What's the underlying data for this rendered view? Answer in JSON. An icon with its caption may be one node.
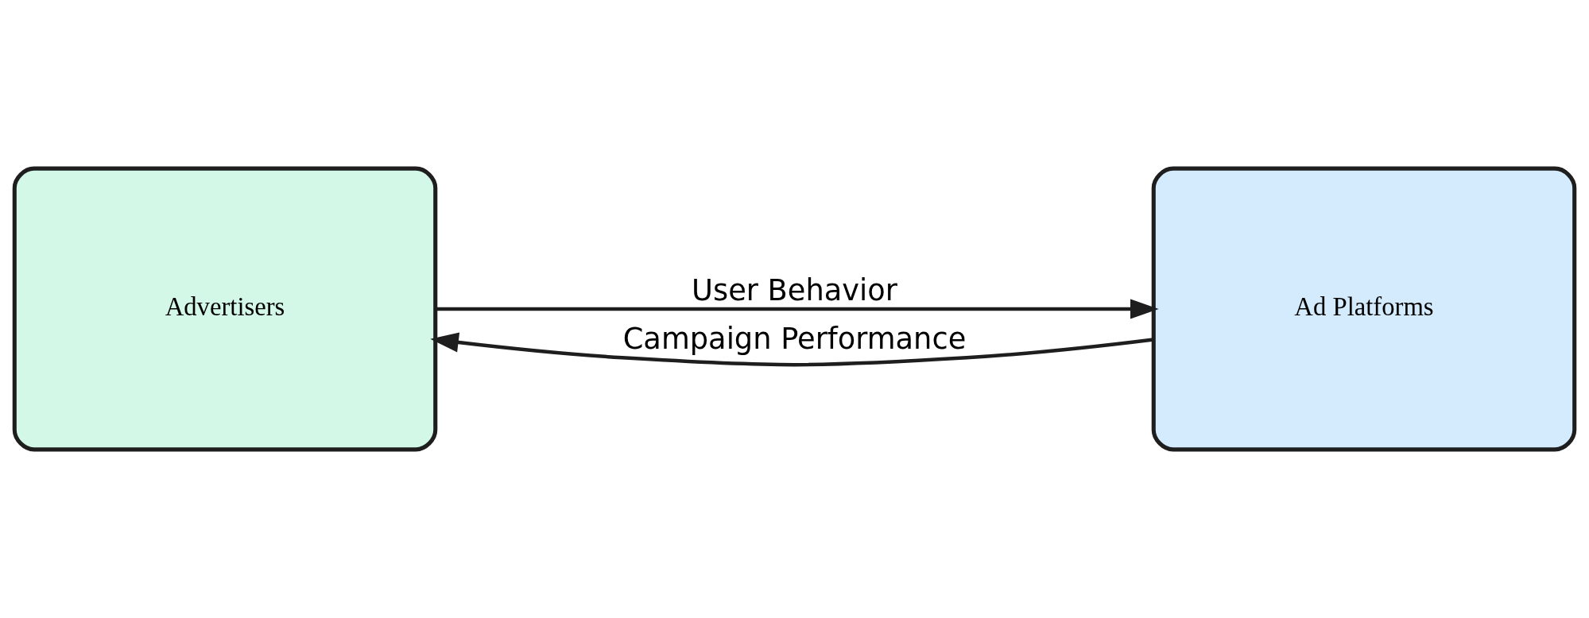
{
  "diagram": {
    "nodes": [
      {
        "text": [
          "Advertisers"
        ]
      },
      {
        "text": [
          "Ad Platforms"
        ]
      }
    ],
    "edges": [
      {
        "from": 0,
        "to": 1,
        "arrow": "to",
        "label": "User Behavior"
      },
      {
        "from": 1,
        "to": 0,
        "arrow": "to",
        "label": "Campaign Performance"
      }
    ]
  }
}
